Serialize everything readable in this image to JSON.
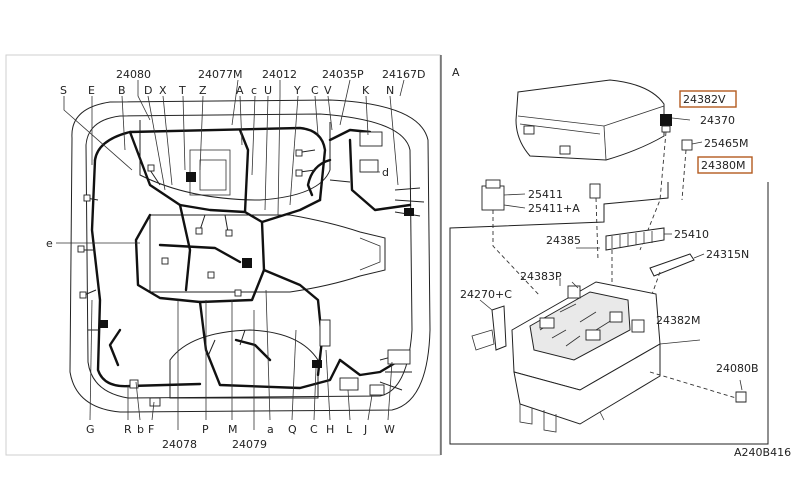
{
  "left_panel": {
    "top_labels": [
      "S",
      "E",
      "B",
      "D",
      "X",
      "T",
      "Z",
      "A",
      "c",
      "U",
      "Y",
      "C",
      "V",
      "K",
      "N"
    ],
    "top_numbers": [
      "24080",
      "24077M",
      "24012",
      "24035P",
      "24167D"
    ],
    "bottom_labels": [
      "G",
      "R",
      "b",
      "F",
      "P",
      "M",
      "a",
      "Q",
      "C",
      "H",
      "L",
      "J",
      "W"
    ],
    "bottom_numbers": [
      "24078",
      "24079"
    ],
    "side_labels": [
      "e",
      "d"
    ]
  },
  "right_panel": {
    "section_label": "A",
    "parts": [
      "24382V",
      "24370",
      "25465M",
      "24380M",
      "25411",
      "25411+A",
      "25410",
      "24385",
      "24315N",
      "24383P",
      "24270+C",
      "24382M",
      "24080B"
    ],
    "highlighted": [
      "24382V",
      "24380M"
    ],
    "colors": {
      "highlight": "#b35a1f"
    }
  },
  "figure_code": "A240B416"
}
